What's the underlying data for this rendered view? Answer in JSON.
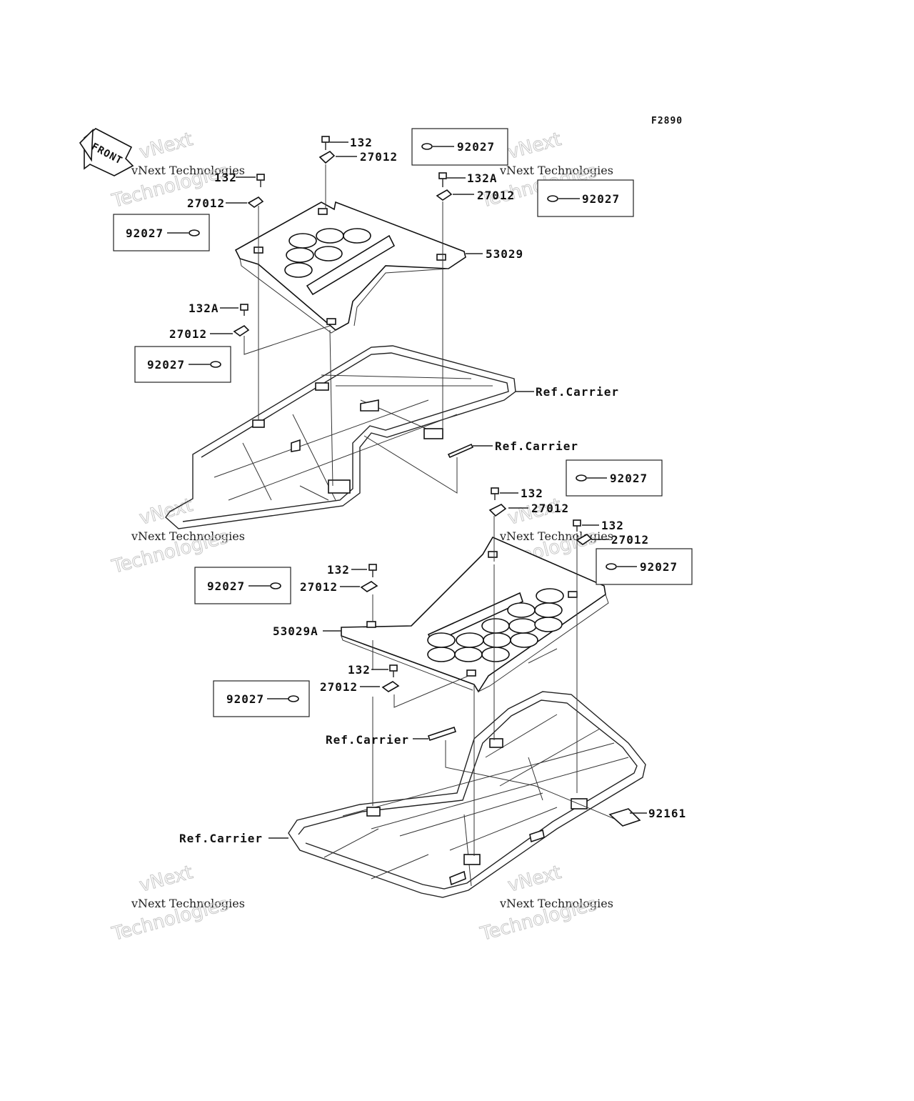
{
  "figure_code": "F2890",
  "front_label": "FRONT",
  "watermark": {
    "line1": "vNext Technologies",
    "line2": "vNext",
    "line3": "Technologies"
  },
  "callouts": {
    "top_rack_panel": "53029",
    "bottom_rack_panel": "53029A",
    "bolt": "132",
    "bolt_a": "132A",
    "clip": "27012",
    "washer": "92027",
    "carrier_ref": "Ref.Carrier",
    "label_92161": "92161"
  }
}
